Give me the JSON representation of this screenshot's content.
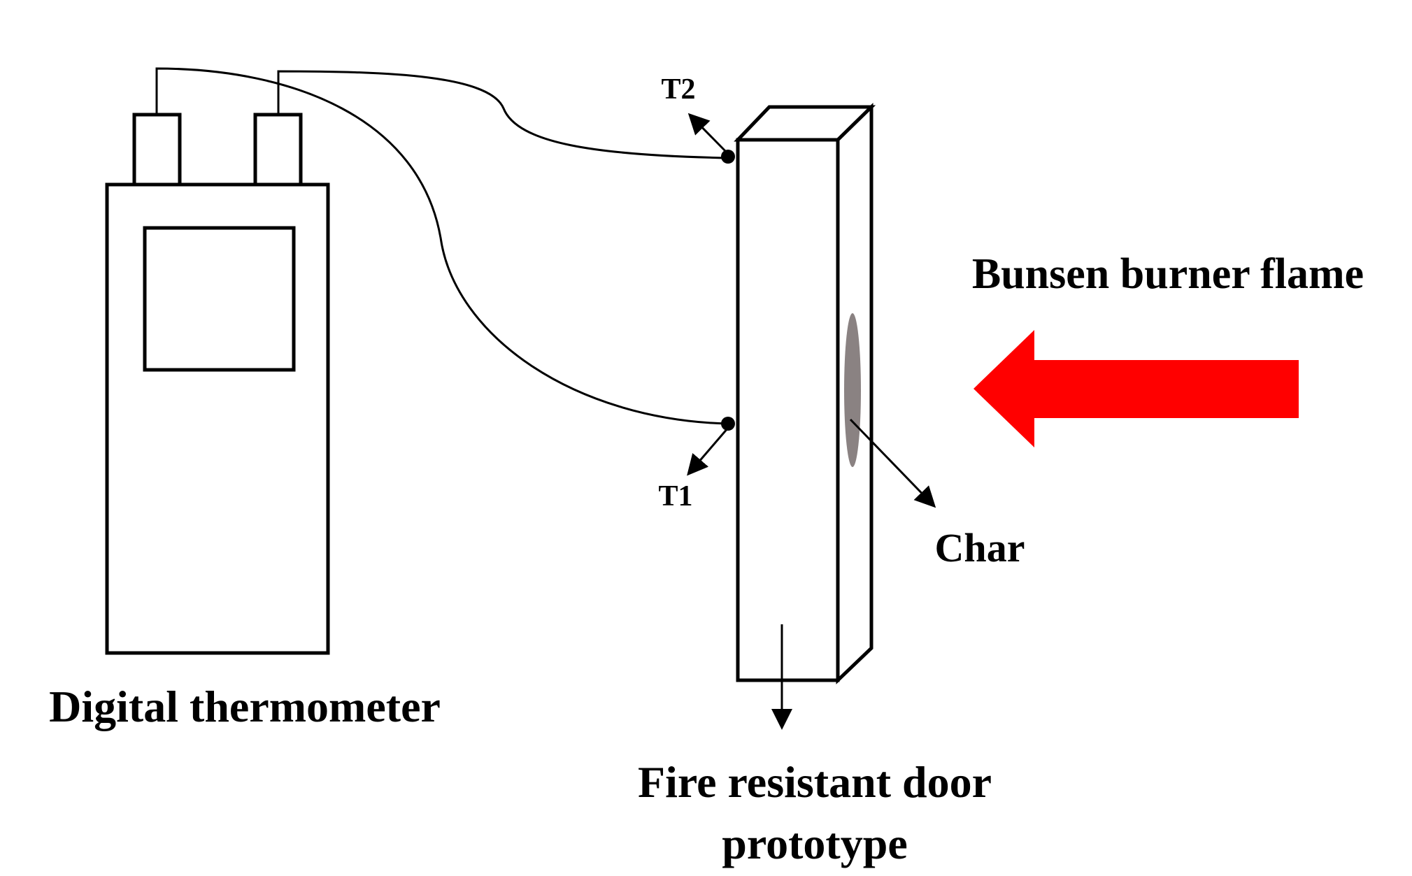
{
  "labels": {
    "thermometer": "Digital thermometer",
    "flame": "Bunsen burner flame",
    "char": "Char",
    "door_line1": "Fire resistant door",
    "door_line2": "prototype",
    "t1": "T1",
    "t2": "T2"
  },
  "colors": {
    "flame_arrow": "#ff0000",
    "char_mark": "#8a8282",
    "stroke": "#000000",
    "background": "#ffffff"
  }
}
